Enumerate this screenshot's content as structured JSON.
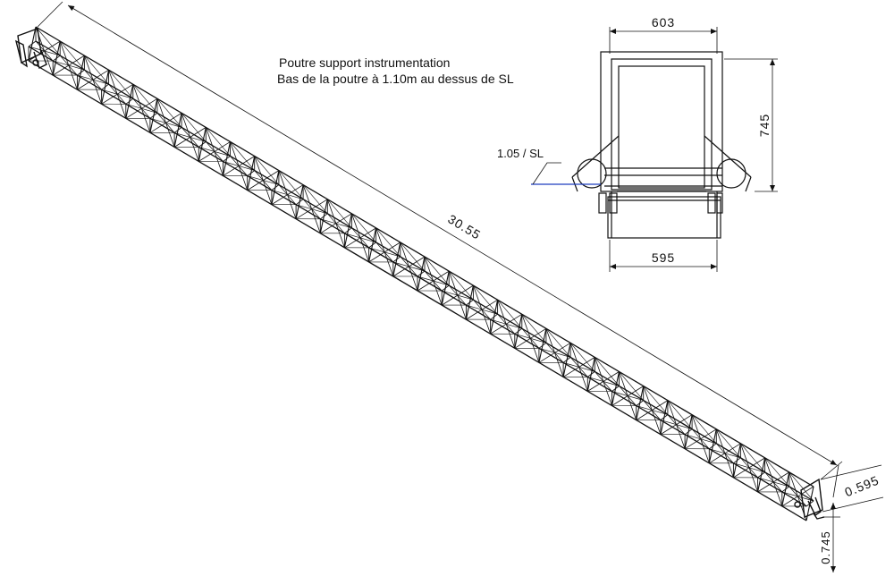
{
  "title": {
    "line1": "Poutre support instrumentation",
    "line2": "Bas de la poutre à  1.10m au dessus de SL"
  },
  "beam_view": {
    "length_label": "30.55",
    "width_label": "0.595",
    "height_label": "0.745"
  },
  "section_view": {
    "top_width_label": "603",
    "bottom_width_label": "595",
    "height_label": "745",
    "level_label": "1.05 / SL",
    "level_line_color": "#1f3fbf"
  },
  "colors": {
    "line": "#111111",
    "background": "#ffffff"
  }
}
